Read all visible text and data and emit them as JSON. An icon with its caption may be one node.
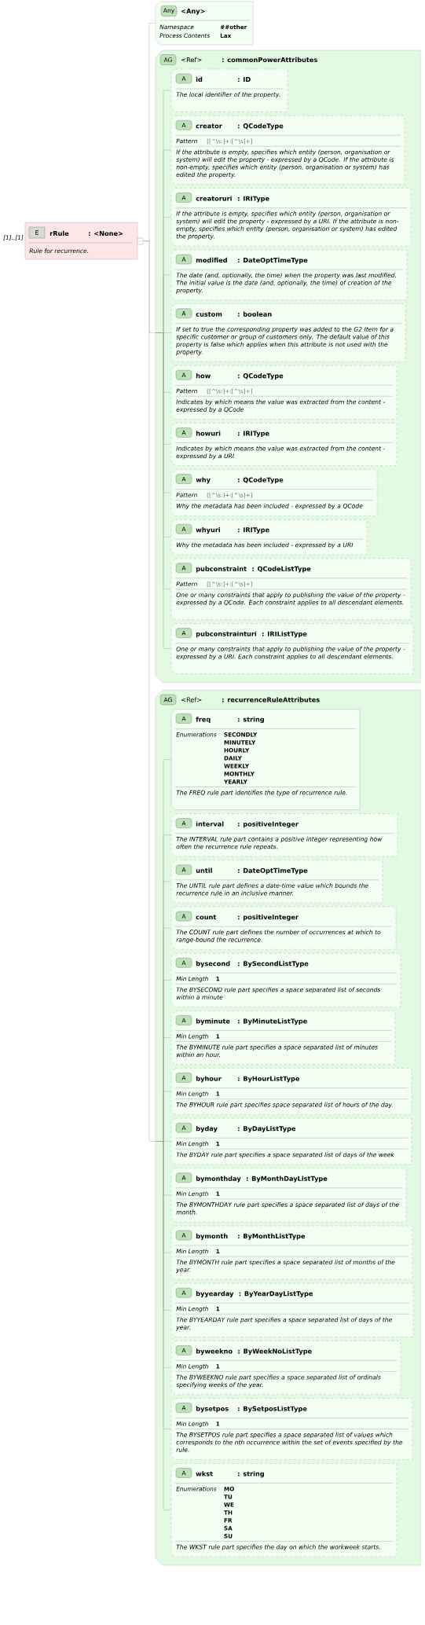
{
  "diagram": {
    "nodes": [
      {
        "text": [
          "E",
          "rRule",
          ": <None>",
          "Rule for recurrence."
        ],
        "beside": [
          "[1]..[1]"
        ]
      },
      {
        "text": [
          "Any",
          "<Any>",
          "Namespace",
          "##other",
          "Process Contents",
          "Lax"
        ]
      },
      {
        "text": [
          "AG",
          "<Ref>",
          ": commonPowerAttributes"
        ]
      },
      {
        "text": [
          "A",
          "id",
          ": ID",
          "The local identifier of the property."
        ],
        "in": 2
      },
      {
        "text": [
          "A",
          "creator",
          ": QCodeType",
          "Pattern",
          "[[^\\s:]+:[^\\s]+]",
          "If the attribute is empty, specifies which entity (person, organisation or system) will edit the property - expressed by a QCode. If the attribute is non-empty, specifies which entity (person, organisation or system) has edited the property."
        ],
        "in": 2
      },
      {
        "text": [
          "A",
          "creatoruri",
          ": IRIType",
          "If the attribute is empty, specifies which entity (person, organisation or system) will edit the property - expressed by a URI. If the attribute is non-empty, specifies which entity (person, organisation or system) has edited the property."
        ],
        "in": 2
      },
      {
        "text": [
          "A",
          "modified",
          ": DateOptTimeType",
          "The date (and, optionally, the time) when the property was last modified. The initial value is the date (and, optionally, the time) of creation of the property."
        ],
        "in": 2
      },
      {
        "text": [
          "A",
          "custom",
          ": boolean",
          "If set to true the corresponding property was added to the G2 Item for a specific customer or group of customers only. The default value of this property is false which applies when this attribute is not used with the property."
        ],
        "in": 2
      },
      {
        "text": [
          "A",
          "how",
          ": QCodeType",
          "Pattern",
          "[[^\\s:]+:[^\\s]+]",
          "Indicates by which means the value was extracted from the content - expressed by a QCode"
        ],
        "in": 2
      },
      {
        "text": [
          "A",
          "howuri",
          ": IRIType",
          "Indicates by which means the value was extracted from the content - expressed by a URI"
        ],
        "in": 2
      },
      {
        "text": [
          "A",
          "why",
          ": QCodeType",
          "Pattern",
          "[[^\\s:]+:[^\\s]+]",
          "Why the metadata has been included - expressed by a QCode"
        ],
        "in": 2
      },
      {
        "text": [
          "A",
          "whyuri",
          ": IRIType",
          "Why the metadata has been included - expressed by a URI"
        ],
        "in": 2
      },
      {
        "text": [
          "A",
          "pubconstraint",
          ": QCodeListType",
          "Pattern",
          "[[^\\s:]+:[^\\s]+]",
          "One or many constraints that apply to publishing the value of the property - expressed by a QCode. Each constraint applies to all descendant elements."
        ],
        "in": 2
      },
      {
        "text": [
          "A",
          "pubconstrainturi",
          ": IRIListType",
          "One or many constraints that apply to publishing the value of the property - expressed by a URI. Each constraint applies to all descendant elements."
        ],
        "in": 2
      },
      {
        "text": [
          "AG",
          "<Ref>",
          ": recurrenceRuleAttributes"
        ]
      },
      {
        "text": [
          "A",
          "freq",
          ": string",
          "Enumerations",
          "SECONDLY",
          "MINUTELY",
          "HOURLY",
          "DAILY",
          "WEEKLY",
          "MONTHLY",
          "YEARLY",
          "The FREQ rule part identifies the type of recurrence rule."
        ],
        "in": 14
      },
      {
        "text": [
          "A",
          "interval",
          ": positiveInteger",
          "The INTERVAL rule part contains a positive integer representing how often the recurrence rule repeats."
        ],
        "in": 14
      },
      {
        "text": [
          "A",
          "until",
          ": DateOptTimeType",
          "The UNTIL rule part defines a date-time value which bounds the recurrence rule in an inclusive manner."
        ],
        "in": 14
      },
      {
        "text": [
          "A",
          "count",
          ": positiveInteger",
          "The COUNT rule part defines the number of occurrences at which to range-bound the recurrence."
        ],
        "in": 14
      },
      {
        "text": [
          "A",
          "bysecond",
          ": BySecondListType",
          "Min Length",
          "1",
          "The BYSECOND rule part specifies a space separated list of seconds within a minute"
        ],
        "in": 14
      },
      {
        "text": [
          "A",
          "byminute",
          ": ByMinuteListType",
          "Min Length",
          "1",
          "The BYMINUTE rule part specifies a space separated list of minutes within an hour."
        ],
        "in": 14
      },
      {
        "text": [
          "A",
          "byhour",
          ": ByHourListType",
          "Min Length",
          "1",
          "The BYHOUR rule part specifies space separated list of hours of the day."
        ],
        "in": 14
      },
      {
        "text": [
          "A",
          "byday",
          ": ByDayListType",
          "Min Length",
          "1",
          "The BYDAY rule part specifies a space separated list of days of the week"
        ],
        "in": 14
      },
      {
        "text": [
          "A",
          "bymonthday",
          ": ByMonthDayListType",
          "Min Length",
          "1",
          "The BYMONTHDAY rule part specifies a space separated list of days of the month."
        ],
        "in": 14
      },
      {
        "text": [
          "A",
          "bymonth",
          ": ByMonthListType",
          "Min Length",
          "1",
          "The BYMONTH rule part specifies a space separated list of months of the year."
        ],
        "in": 14
      },
      {
        "text": [
          "A",
          "byyearday",
          ": ByYearDayListType",
          "Min Length",
          "1",
          "The BYYEARDAY rule part specifies a space separated list of days of the year."
        ],
        "in": 14
      },
      {
        "text": [
          "A",
          "byweekno",
          ": ByWeekNoListType",
          "Min Length",
          "1",
          "The BYWEEKNO rule part specifies a space separated list of ordinals specifying weeks of the year."
        ],
        "in": 14
      },
      {
        "text": [
          "A",
          "bysetpos",
          ": BySetposListType",
          "Min Length",
          "1",
          "The BYSETPOS rule part specifies a space separated list of values which corresponds to the nth occurrence within the set of events specified by the rule."
        ],
        "in": 14
      },
      {
        "text": [
          "A",
          "wkst",
          ": string",
          "Enumerations",
          "MO",
          "TU",
          "WE",
          "TH",
          "FR",
          "SA",
          "SU",
          "The WKST rule part specifies the day on which the workweek starts."
        ],
        "in": 14
      }
    ],
    "edges": [
      {
        "from": 0,
        "to": 1,
        "arrow": "none"
      },
      {
        "from": 0,
        "to": 2,
        "arrow": "none"
      },
      {
        "from": 0,
        "to": 14,
        "arrow": "none"
      },
      {
        "from": 2,
        "to": 3,
        "arrow": "none"
      },
      {
        "from": 2,
        "to": 4,
        "arrow": "none"
      },
      {
        "from": 2,
        "to": 5,
        "arrow": "none"
      },
      {
        "from": 2,
        "to": 6,
        "arrow": "none"
      },
      {
        "from": 2,
        "to": 7,
        "arrow": "none"
      },
      {
        "from": 2,
        "to": 8,
        "arrow": "none"
      },
      {
        "from": 2,
        "to": 9,
        "arrow": "none"
      },
      {
        "from": 2,
        "to": 10,
        "arrow": "none"
      },
      {
        "from": 2,
        "to": 11,
        "arrow": "none"
      },
      {
        "from": 2,
        "to": 12,
        "arrow": "none"
      },
      {
        "from": 2,
        "to": 13,
        "arrow": "none"
      },
      {
        "from": 14,
        "to": 15,
        "arrow": "none"
      },
      {
        "from": 14,
        "to": 16,
        "arrow": "none"
      },
      {
        "from": 14,
        "to": 17,
        "arrow": "none"
      },
      {
        "from": 14,
        "to": 18,
        "arrow": "none"
      },
      {
        "from": 14,
        "to": 19,
        "arrow": "none"
      },
      {
        "from": 14,
        "to": 20,
        "arrow": "none"
      },
      {
        "from": 14,
        "to": 21,
        "arrow": "none"
      },
      {
        "from": 14,
        "to": 22,
        "arrow": "none"
      },
      {
        "from": 14,
        "to": 23,
        "arrow": "none"
      },
      {
        "from": 14,
        "to": 24,
        "arrow": "none"
      },
      {
        "from": 14,
        "to": 25,
        "arrow": "none"
      },
      {
        "from": 14,
        "to": 26,
        "arrow": "none"
      },
      {
        "from": 14,
        "to": 27,
        "arrow": "none"
      },
      {
        "from": 14,
        "to": 28,
        "arrow": "none"
      }
    ]
  }
}
